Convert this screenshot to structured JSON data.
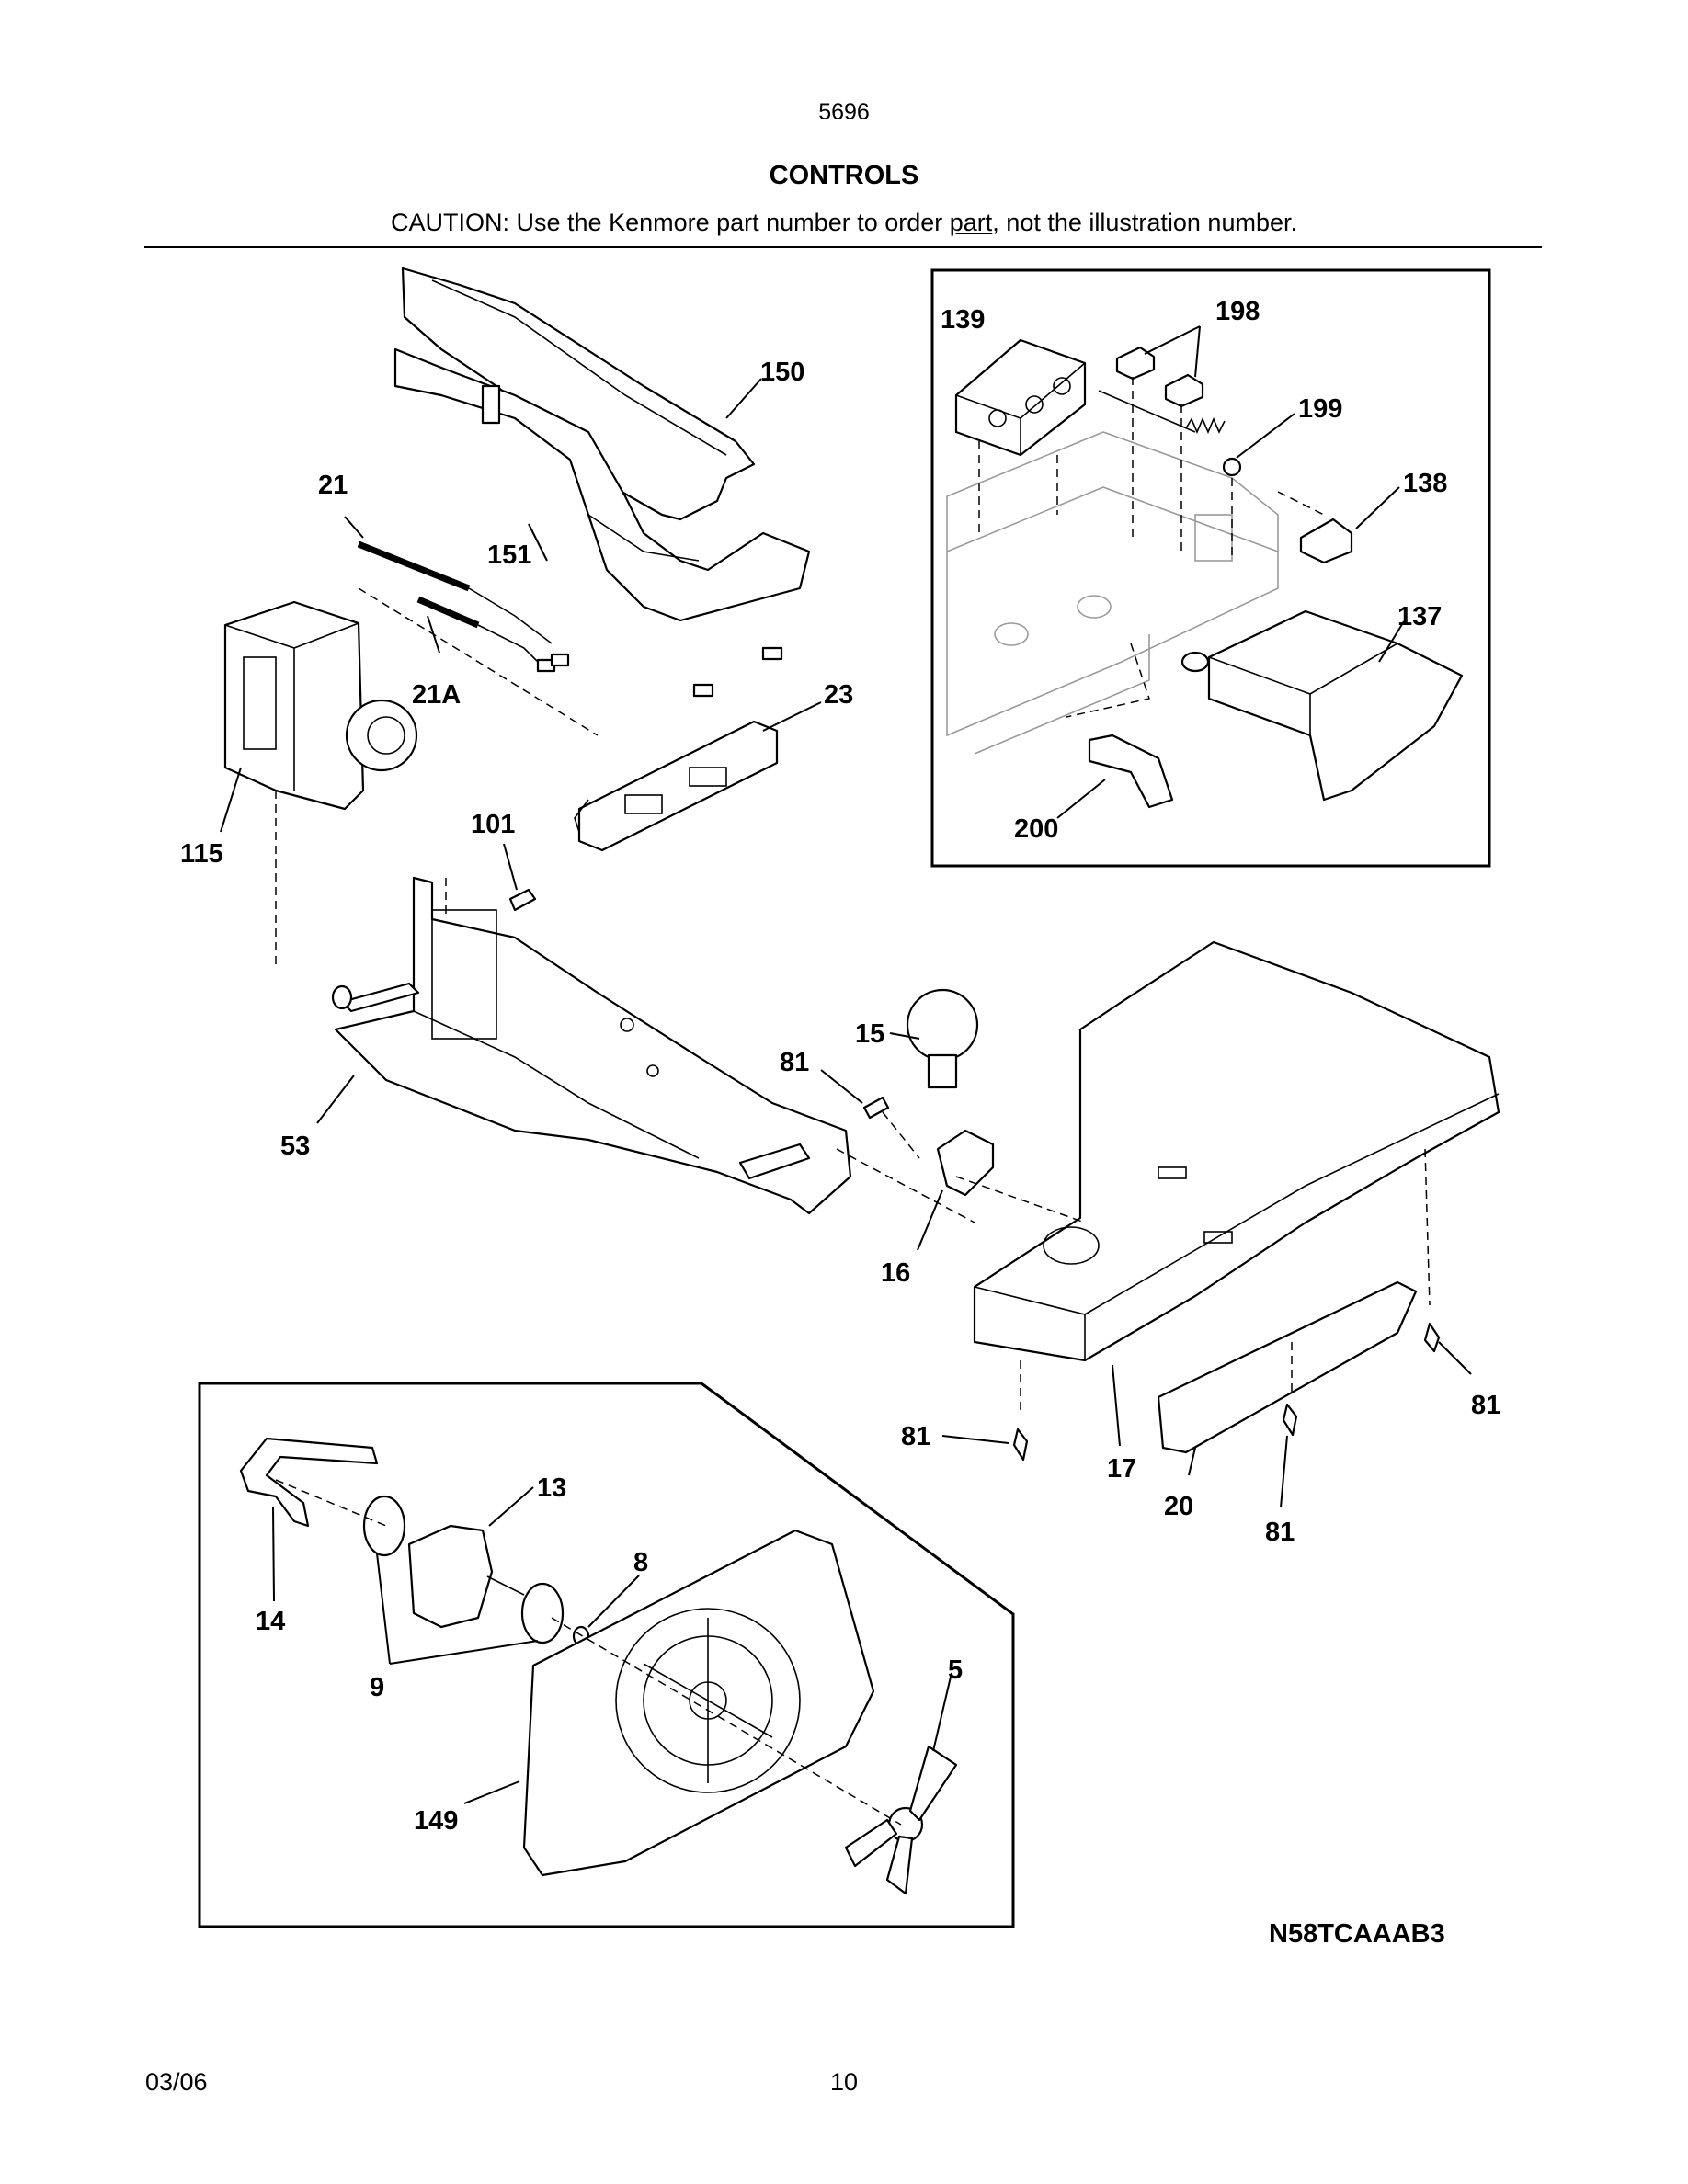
{
  "header": {
    "model_number": "5696",
    "section_title": "CONTROLS",
    "caution_prefix": "CAUTION: Use the Kenmore part number to order ",
    "caution_underlined": "part",
    "caution_suffix": ", not the illustration number."
  },
  "callouts": {
    "c139": "139",
    "c198": "198",
    "c199": "199",
    "c138": "138",
    "c137": "137",
    "c200": "200",
    "c150": "150",
    "c151": "151",
    "c21": "21",
    "c21a": "21A",
    "c23": "23",
    "c115": "115",
    "c101": "101",
    "c53": "53",
    "c15": "15",
    "c81a": "81",
    "c16": "16",
    "c81b": "81",
    "c81c": "81",
    "c17": "17",
    "c20": "20",
    "c81d": "81",
    "c13": "13",
    "c14": "14",
    "c8": "8",
    "c9": "9",
    "c5": "5",
    "c149": "149"
  },
  "diagram_code": "N58TCAAAB3",
  "footer": {
    "date": "03/06",
    "page_number": "10"
  }
}
